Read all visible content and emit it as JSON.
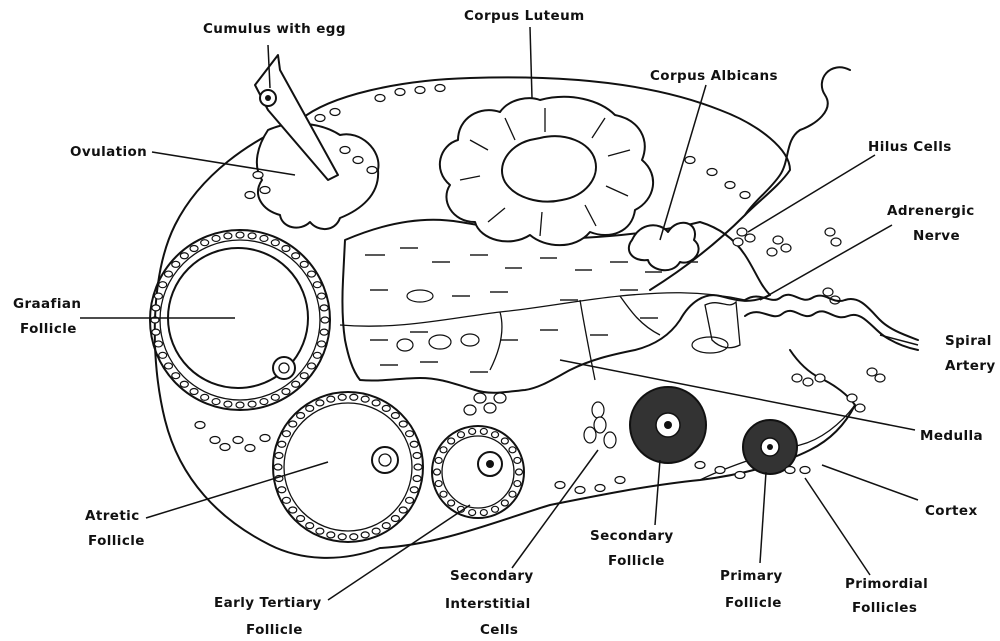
{
  "labels": {
    "cumulus": "Cumulus with egg",
    "corpus_luteum": "Corpus Luteum",
    "corpus_albicans": "Corpus Albicans",
    "hilus": "Hilus Cells",
    "ovulation": "Ovulation",
    "adrenergic_1": "Adrenergic",
    "adrenergic_2": "Nerve",
    "graafian_1": "Graafian",
    "graafian_2": "Follicle",
    "spiral_1": "Spiral",
    "spiral_2": "Artery",
    "medulla": "Medulla",
    "cortex": "Cortex",
    "atretic_1": "Atretic",
    "atretic_2": "Follicle",
    "secondary_1": "Secondary",
    "secondary_2": "Follicle",
    "primary_1": "Primary",
    "primary_2": "Follicle",
    "primordial_1": "Primordial",
    "primordial_2": "Follicles",
    "early_1": "Early Tertiary",
    "early_2": "Follicle",
    "interstitial_1": "Secondary",
    "interstitial_2": "Interstitial",
    "interstitial_3": "Cells"
  }
}
